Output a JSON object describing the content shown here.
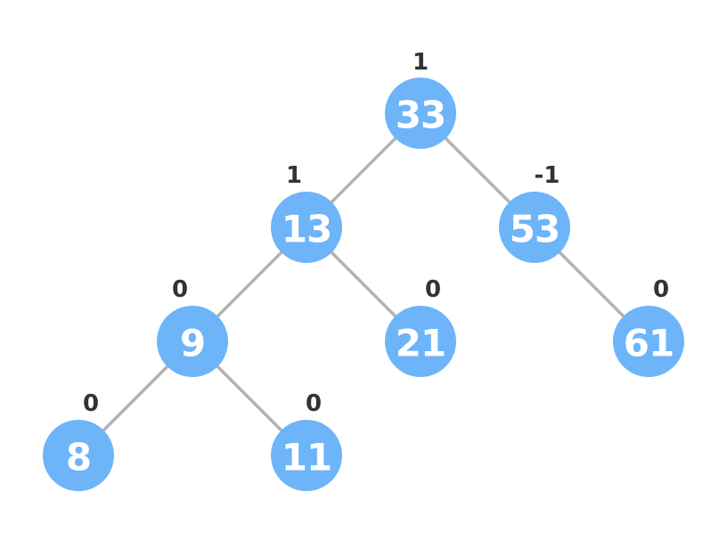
{
  "tree": {
    "colors": {
      "node_fill": "#6db4f9",
      "node_text": "#ffffff",
      "edge": "#b3b3b3",
      "label_text": "#333333"
    },
    "nodes": [
      {
        "id": "n33",
        "value": "33",
        "balance": "1"
      },
      {
        "id": "n13",
        "value": "13",
        "balance": "1"
      },
      {
        "id": "n53",
        "value": "53",
        "balance": "-1"
      },
      {
        "id": "n9",
        "value": "9",
        "balance": "0"
      },
      {
        "id": "n21",
        "value": "21",
        "balance": "0"
      },
      {
        "id": "n61",
        "value": "61",
        "balance": "0"
      },
      {
        "id": "n8",
        "value": "8",
        "balance": "0"
      },
      {
        "id": "n11",
        "value": "11",
        "balance": "0"
      }
    ],
    "edges": [
      {
        "from": "33",
        "to": "13"
      },
      {
        "from": "33",
        "to": "53"
      },
      {
        "from": "13",
        "to": "9"
      },
      {
        "from": "13",
        "to": "21"
      },
      {
        "from": "53",
        "to": "61"
      },
      {
        "from": "9",
        "to": "8"
      },
      {
        "from": "9",
        "to": "11"
      }
    ]
  }
}
